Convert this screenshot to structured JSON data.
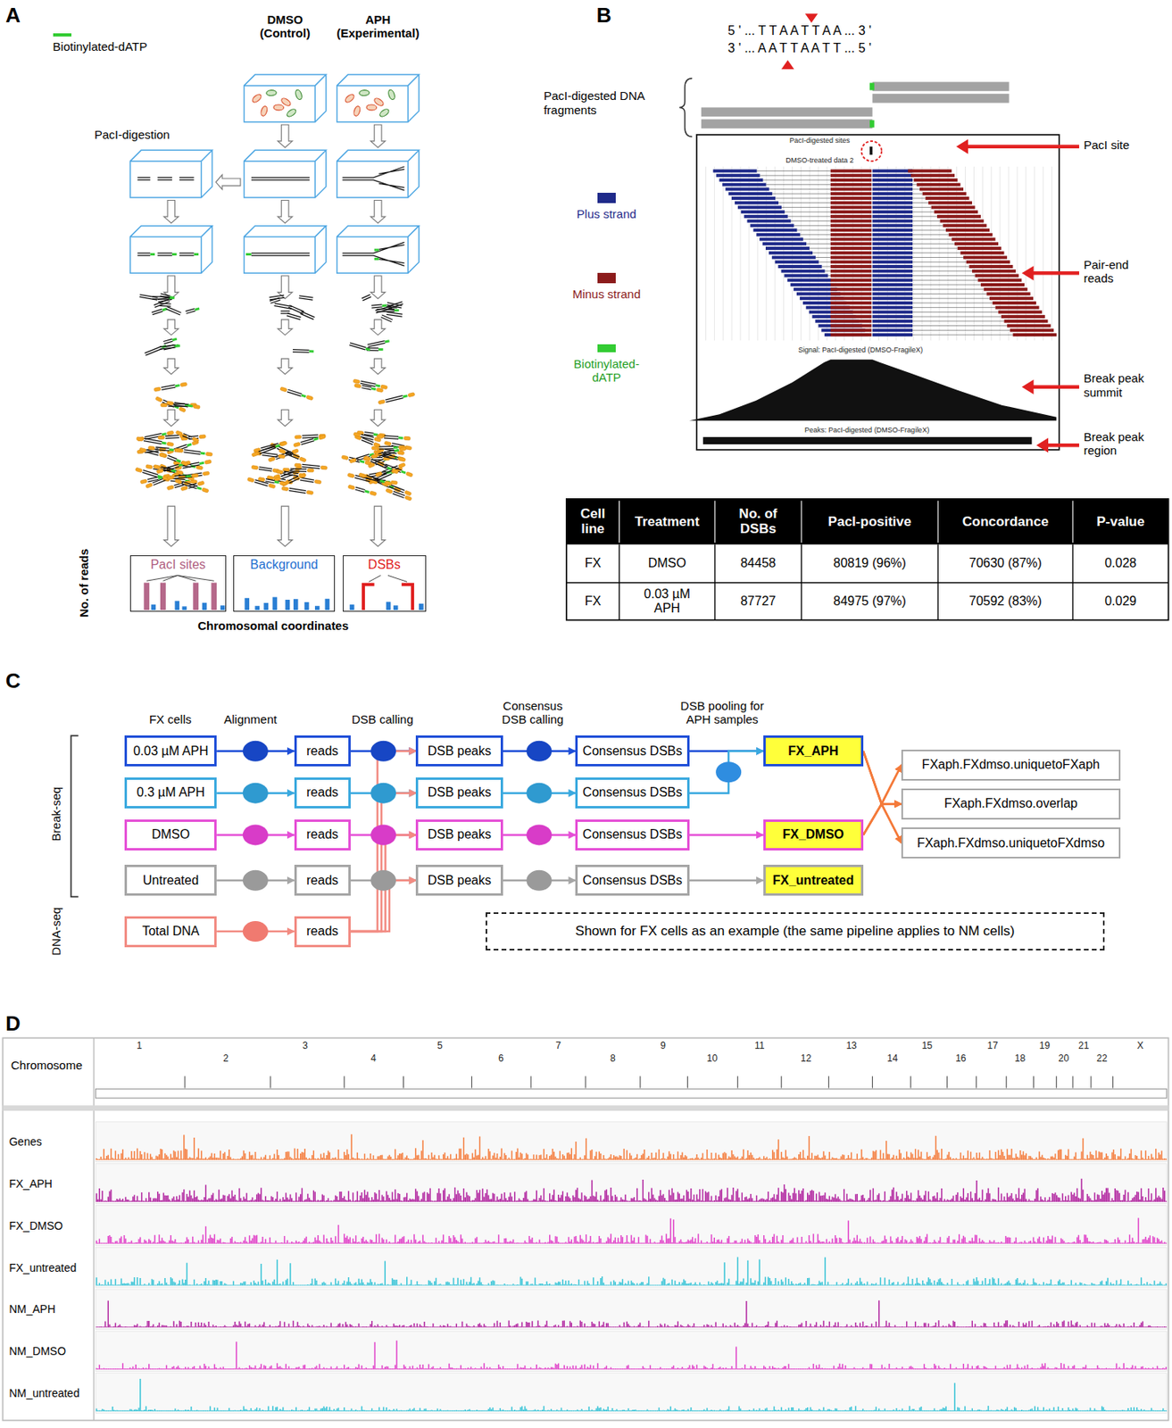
{
  "diagram": {
    "nodes": [
      {
        "text": [
          "PacI sites"
        ]
      },
      {
        "text": [
          "Background"
        ]
      },
      {
        "text": [
          "DSBs"
        ]
      },
      {
        "text": [
          "0.03 µM APH"
        ]
      },
      {
        "text": [
          "reads"
        ]
      },
      {
        "text": [
          "DSB peaks"
        ]
      },
      {
        "text": [
          "Consensus DSBs"
        ]
      },
      {
        "text": [
          "0.3 µM APH"
        ]
      },
      {
        "text": [
          "reads"
        ]
      },
      {
        "text": [
          "DSB peaks"
        ]
      },
      {
        "text": [
          "Consensus DSBs"
        ]
      },
      {
        "text": [
          "DMSO"
        ]
      },
      {
        "text": [
          "reads"
        ]
      },
      {
        "text": [
          "DSB peaks"
        ]
      },
      {
        "text": [
          "Consensus DSBs"
        ]
      },
      {
        "text": [
          "Untreated"
        ]
      },
      {
        "text": [
          "reads"
        ]
      },
      {
        "text": [
          "DSB peaks"
        ]
      },
      {
        "text": [
          "Consensus DSBs"
        ]
      },
      {
        "text": [
          "Total DNA"
        ]
      },
      {
        "text": [
          "reads"
        ]
      },
      {
        "text": [
          "FX_APH"
        ]
      },
      {
        "text": [
          "FX_DMSO"
        ]
      },
      {
        "text": [
          "FX_untreated"
        ]
      },
      {
        "text": [
          "FXaph.FXdmso.uniquetoFXaph"
        ]
      },
      {
        "text": [
          "FXaph.FXdmso.overlap"
        ]
      },
      {
        "text": [
          "FXaph.FXdmso.uniquetoFXdmso"
        ]
      },
      {
        "text": [
          "Shown for FX cells as an example (the same pipeline applies to NM cells)"
        ]
      }
    ],
    "edges": [
      {
        "from": 3,
        "to": 4,
        "arrow": "to"
      },
      {
        "from": 4,
        "to": 5,
        "arrow": "to"
      },
      {
        "from": 5,
        "to": 6,
        "arrow": "to"
      },
      {
        "from": 7,
        "to": 8,
        "arrow": "to"
      },
      {
        "from": 8,
        "to": 9,
        "arrow": "to"
      },
      {
        "from": 9,
        "to": 10,
        "arrow": "to"
      },
      {
        "from": 11,
        "to": 12,
        "arrow": "to"
      },
      {
        "from": 12,
        "to": 13,
        "arrow": "to"
      },
      {
        "from": 13,
        "to": 14,
        "arrow": "to"
      },
      {
        "from": 15,
        "to": 16,
        "arrow": "to"
      },
      {
        "from": 16,
        "to": 17,
        "arrow": "to"
      },
      {
        "from": 17,
        "to": 18,
        "arrow": "to"
      },
      {
        "from": 19,
        "to": 20,
        "arrow": "to"
      },
      {
        "from": 20,
        "to": 5,
        "arrow": "to"
      },
      {
        "from": 20,
        "to": 9,
        "arrow": "to"
      },
      {
        "from": 20,
        "to": 13,
        "arrow": "to"
      },
      {
        "from": 20,
        "to": 17,
        "arrow": "to"
      },
      {
        "from": 6,
        "to": 21,
        "arrow": "to"
      },
      {
        "from": 10,
        "to": 21,
        "arrow": "to"
      },
      {
        "from": 14,
        "to": 22,
        "arrow": "to"
      },
      {
        "from": 18,
        "to": 23,
        "arrow": "to"
      },
      {
        "from": 21,
        "to": 24,
        "arrow": "to"
      },
      {
        "from": 21,
        "to": 25,
        "arrow": "to"
      },
      {
        "from": 21,
        "to": 26,
        "arrow": "to"
      },
      {
        "from": 22,
        "to": 24,
        "arrow": "to"
      },
      {
        "from": 22,
        "to": 25,
        "arrow": "to"
      },
      {
        "from": 22,
        "to": 26,
        "arrow": "to"
      }
    ],
    "labels": [
      "A",
      "DMSO (Control)",
      "APH (Experimental)",
      "PacI-digestion",
      "No. of reads",
      "Chromosomal coordinates",
      "B",
      "5 ' ... T T A A T T A A ... 3 '",
      "3 ' ... A A T T A A T T ... 5 '",
      "PacI-digested DNA fragments",
      "PacI-digested sites",
      "DMSO-treated data 2",
      "Signal: PacI-digested (DMSO-FragileX)",
      "Peaks: PacI-digested (DMSO-FragileX)",
      "PacI site",
      "Pair-end reads",
      "Break peak summit",
      "Break peak region",
      "Cell line",
      "Treatment",
      "No. of DSBs",
      "PacI-positive",
      "Concordance",
      "P-value",
      "FX",
      "DMSO",
      "84458",
      "80819 (96%)",
      "70630 (87%)",
      "0.028",
      "FX",
      "0.03 µM APH",
      "87727",
      "84975 (97%)",
      "70592 (83%)",
      "0.029",
      "C",
      "FX cells",
      "Alignment",
      "DSB calling",
      "Consensus DSB calling",
      "DSB pooling for APH samples",
      "Break-seq",
      "DNA-seq",
      "D",
      "Chromosome",
      "1",
      "2",
      "3",
      "4",
      "5",
      "6",
      "7",
      "8",
      "9",
      "10",
      "11",
      "12",
      "13",
      "14",
      "15",
      "16",
      "17",
      "18",
      "19",
      "20",
      "21",
      "22",
      "X",
      "Genes",
      "FX_APH",
      "FX_DMSO",
      "FX_untreated",
      "NM_APH",
      "NM_DMSO",
      "NM_untreated"
    ],
    "legend": [
      {
        "text": "Biotinylated-dATP",
        "color": "#33cc33"
      },
      {
        "text": "Plus strand",
        "color": "#1f2a8a"
      },
      {
        "text": "Minus strand",
        "color": "#8b1a1a"
      },
      {
        "text": "Biotinylated-dATP",
        "color": "#33cc33"
      }
    ]
  }
}
